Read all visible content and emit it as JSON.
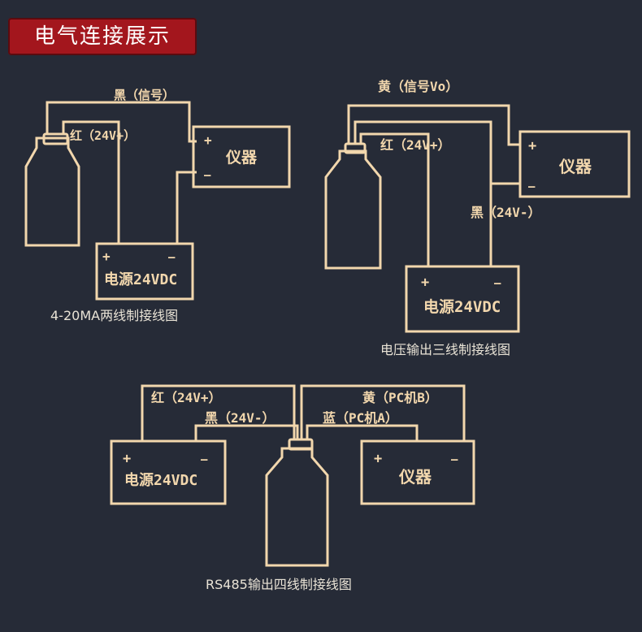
{
  "header": {
    "title": "电气连接展示"
  },
  "colors": {
    "background": "#262b37",
    "wire": "#f2d7ad",
    "header_bg": "#a3161d",
    "caption": "#e9e3d6"
  },
  "diagram1": {
    "wire_signal": "黑（信号）",
    "wire_pos": "红（24V+）",
    "instrument": {
      "plus": "+",
      "minus": "—",
      "label": "仪器"
    },
    "power": {
      "plus": "+",
      "minus": "—",
      "label": "电源24VDC"
    },
    "caption": "4-20MA两线制接线图"
  },
  "diagram2": {
    "wire_signal": "黄（信号Vo）",
    "wire_pos": "红（24V+）",
    "wire_neg": "黑（24V-）",
    "instrument": {
      "plus": "+",
      "minus": "—",
      "label": "仪器"
    },
    "power": {
      "plus": "+",
      "minus": "—",
      "label": "电源24VDC"
    },
    "caption": "电压输出三线制接线图"
  },
  "diagram3": {
    "wire_pos": "红（24V+）",
    "wire_neg": "黑（24V-）",
    "wire_b": "黄（PC机B）",
    "wire_a": "蓝（PC机A）",
    "power": {
      "plus": "+",
      "minus": "—",
      "label": "电源24VDC"
    },
    "instrument": {
      "plus": "+",
      "minus": "—",
      "label": "仪器"
    },
    "caption": "RS485输出四线制接线图"
  }
}
